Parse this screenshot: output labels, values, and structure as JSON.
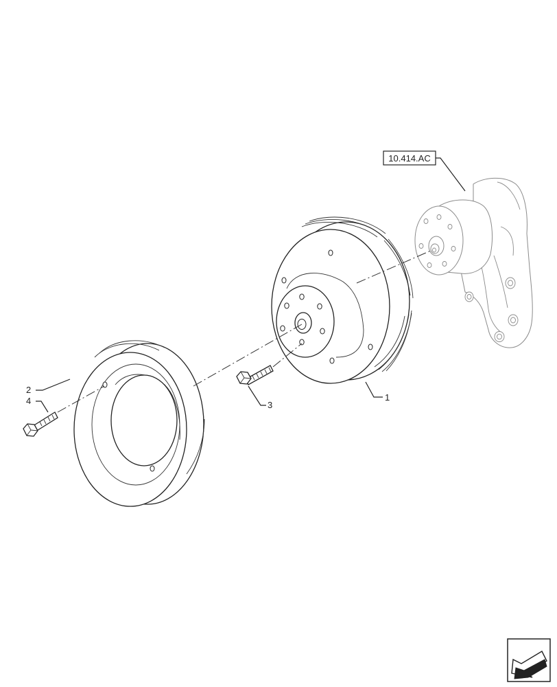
{
  "reference_box": {
    "label": "10.414.AC"
  },
  "callouts": {
    "part_1": "1",
    "part_2": "2",
    "part_3": "3",
    "part_4": "4"
  },
  "icons": {
    "nav_arrow": "back-arrow-icon"
  }
}
